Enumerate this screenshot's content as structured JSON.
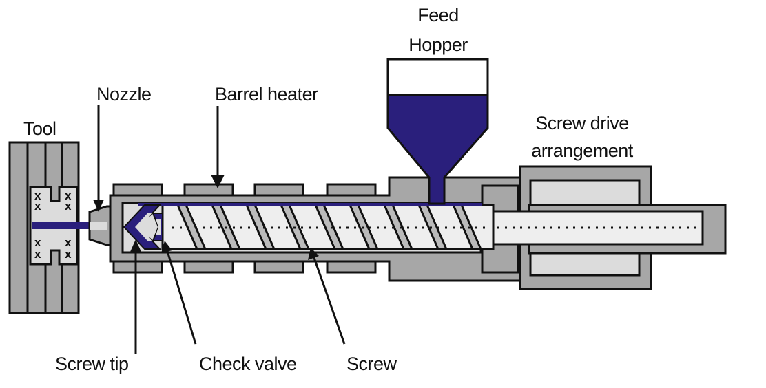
{
  "labels": {
    "feed_hopper_line1": "Feed",
    "feed_hopper_line2": "Hopper",
    "nozzle": "Nozzle",
    "barrel_heater": "Barrel heater",
    "tool": "Tool",
    "screw_drive_line1": "Screw drive",
    "screw_drive_line2": "arrangement",
    "screw_tip": "Screw tip",
    "check_valve": "Check valve",
    "screw": "Screw"
  },
  "colors": {
    "machine_fill": "#a7a7a7",
    "light_fill": "#dcdcdc",
    "melt": "#2a1f7c",
    "outline": "#111111"
  }
}
